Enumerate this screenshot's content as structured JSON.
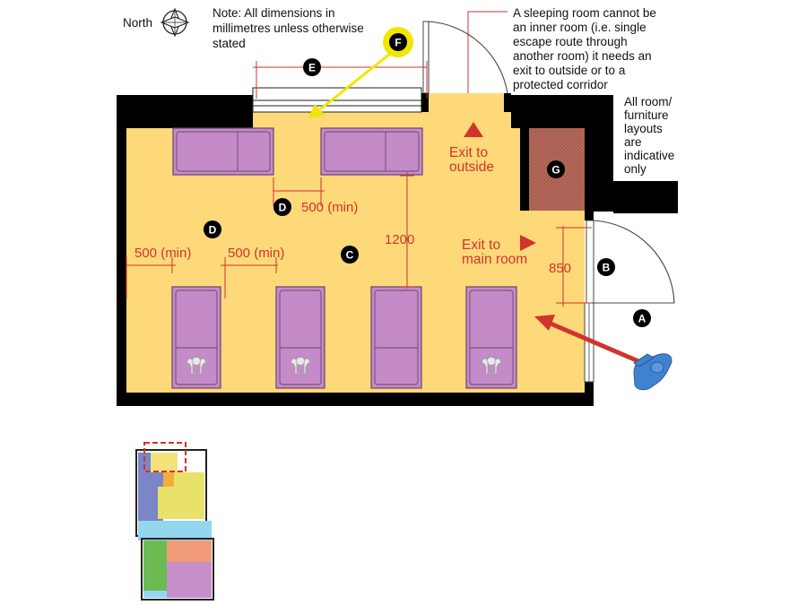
{
  "compass": {
    "label": "North",
    "icon": "compass-icon"
  },
  "notes": {
    "dimensions": [
      "Note: All dimensions in",
      "millimetres unless otherwise",
      "stated"
    ],
    "inner_room": [
      "A sleeping room cannot be",
      "an inner room (i.e. single",
      "escape route through",
      "another room) it needs an",
      "exit to outside or to a",
      "protected corridor"
    ],
    "indicative": [
      "All room/",
      "furniture",
      "layouts",
      "are",
      "indicative",
      "only"
    ]
  },
  "labels": {
    "exit_outside": [
      "Exit to",
      "outside"
    ],
    "exit_main": [
      "Exit to",
      "main room"
    ]
  },
  "dimensions": {
    "clear_500_top": "500 (min)",
    "clear_500_left": "500 (min)",
    "clear_500_mid": "500 (min)",
    "aisle_1200": "1200",
    "door_850": "850"
  },
  "markers": {
    "a": "A",
    "b": "B",
    "c": "C",
    "d1": "D",
    "d2": "D",
    "e": "E",
    "f": "F",
    "g": "G"
  },
  "colors": {
    "floor": "#fdd97a",
    "wall": "#000000",
    "bed": "#c48bc8",
    "annotation_red": "#d0342c",
    "highlight_yellow": "#f2e500",
    "mat": "#b5695a",
    "person": "#3f82d0"
  },
  "icons": {
    "child": "sleeping-child-icon",
    "person": "person-walking-icon"
  }
}
